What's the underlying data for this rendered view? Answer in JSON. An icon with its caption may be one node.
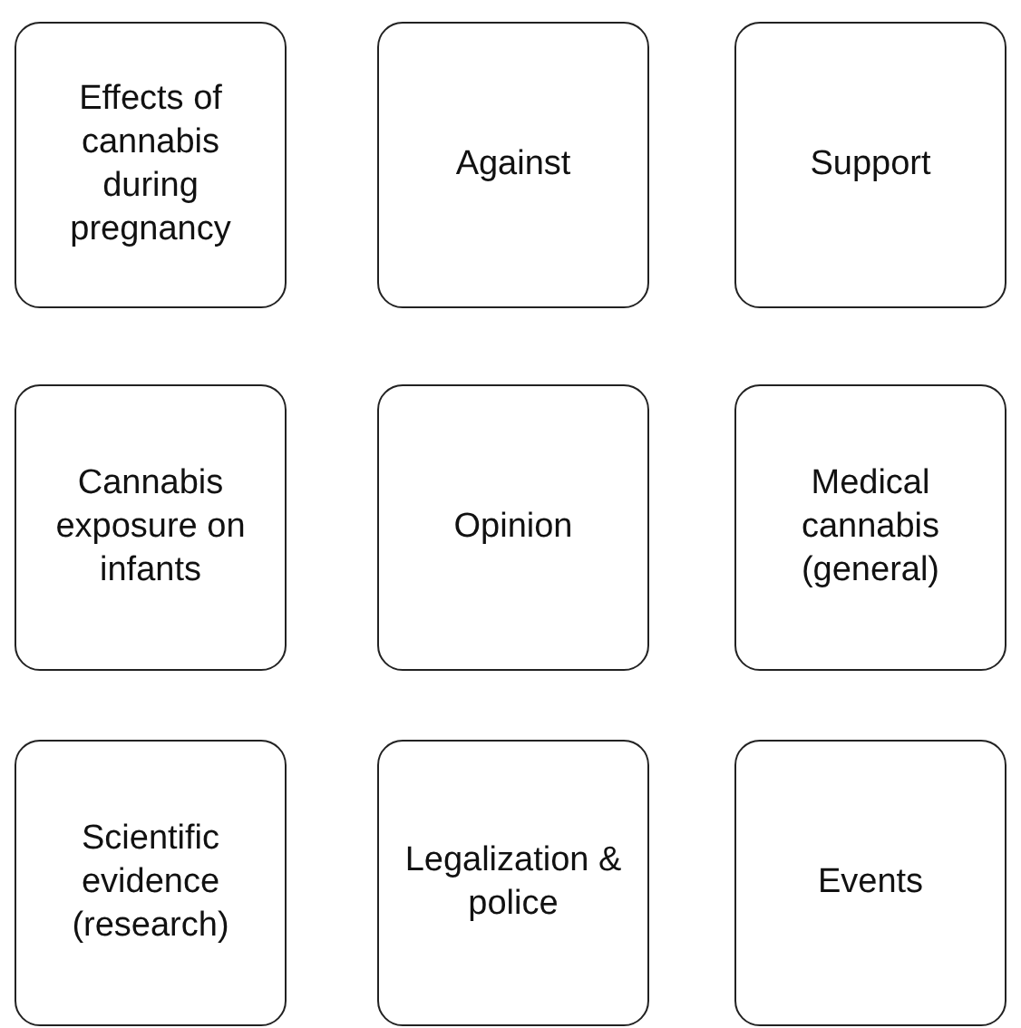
{
  "diagram": {
    "nodes": [
      {
        "text": [
          "Effects of cannabis during pregnancy"
        ]
      },
      {
        "text": [
          "Against"
        ]
      },
      {
        "text": [
          "Support"
        ]
      },
      {
        "text": [
          "Cannabis exposure on infants"
        ]
      },
      {
        "text": [
          "Opinion"
        ]
      },
      {
        "text": [
          "Medical cannabis (general)"
        ]
      },
      {
        "text": [
          "Scientific evidence (research)"
        ]
      },
      {
        "text": [
          "Legalization & police"
        ]
      },
      {
        "text": [
          "Events"
        ]
      }
    ]
  }
}
